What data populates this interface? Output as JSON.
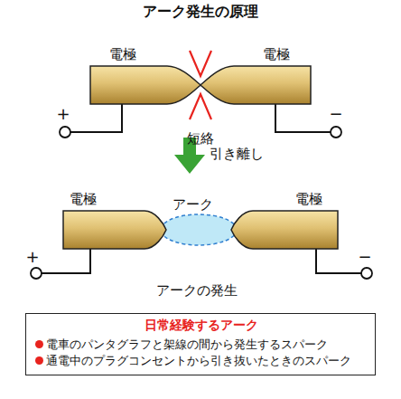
{
  "diagram": {
    "title": "アーク発生の原理",
    "nodes": [
      {
        "text": [
          "日常経験するアーク",
          "電車のパンタグラフと架線の間から発生するスパーク",
          "通電中のプラグコンセントから引き抜いたときのスパーク"
        ]
      }
    ],
    "labels": [
      "電極",
      "電極",
      "+",
      "−",
      "短絡",
      "引き離し",
      "電極",
      "アーク",
      "電極",
      "+",
      "−",
      "アークの発生"
    ]
  }
}
